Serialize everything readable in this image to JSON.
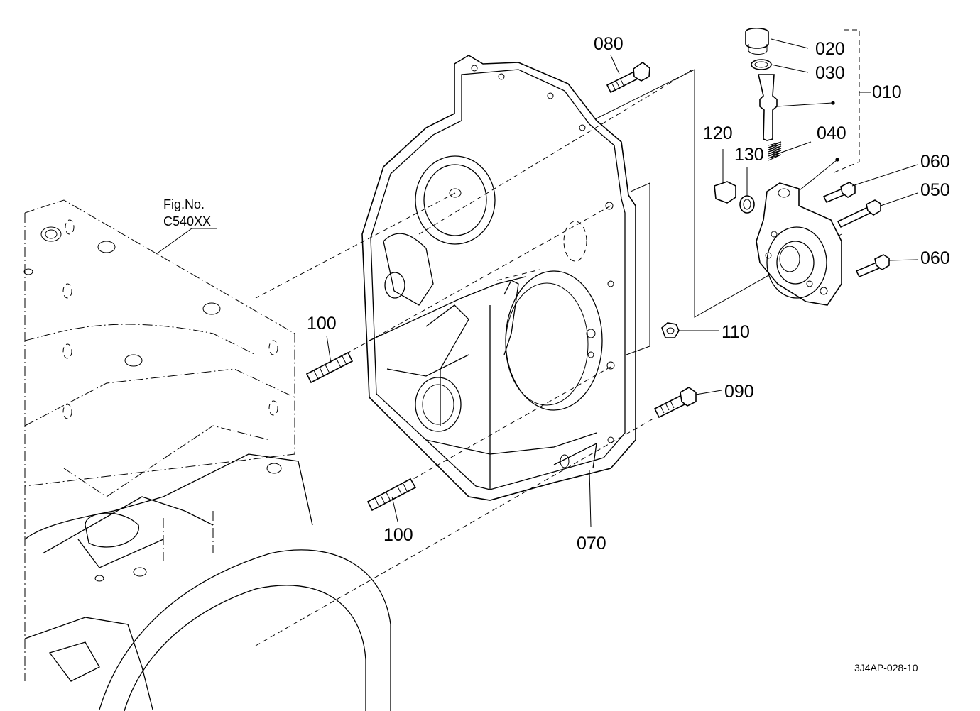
{
  "figure_reference": {
    "line1": "Fig.No.",
    "line2": "C540XX"
  },
  "drawing_code": "3J4AP-028-10",
  "part_labels": {
    "p010": "010",
    "p020": "020",
    "p030": "030",
    "p040": "040",
    "p050": "050",
    "p060a": "060",
    "p060b": "060",
    "p070": "070",
    "p080": "080",
    "p090": "090",
    "p100a": "100",
    "p100b": "100",
    "p110": "110",
    "p120": "120",
    "p130": "130"
  }
}
